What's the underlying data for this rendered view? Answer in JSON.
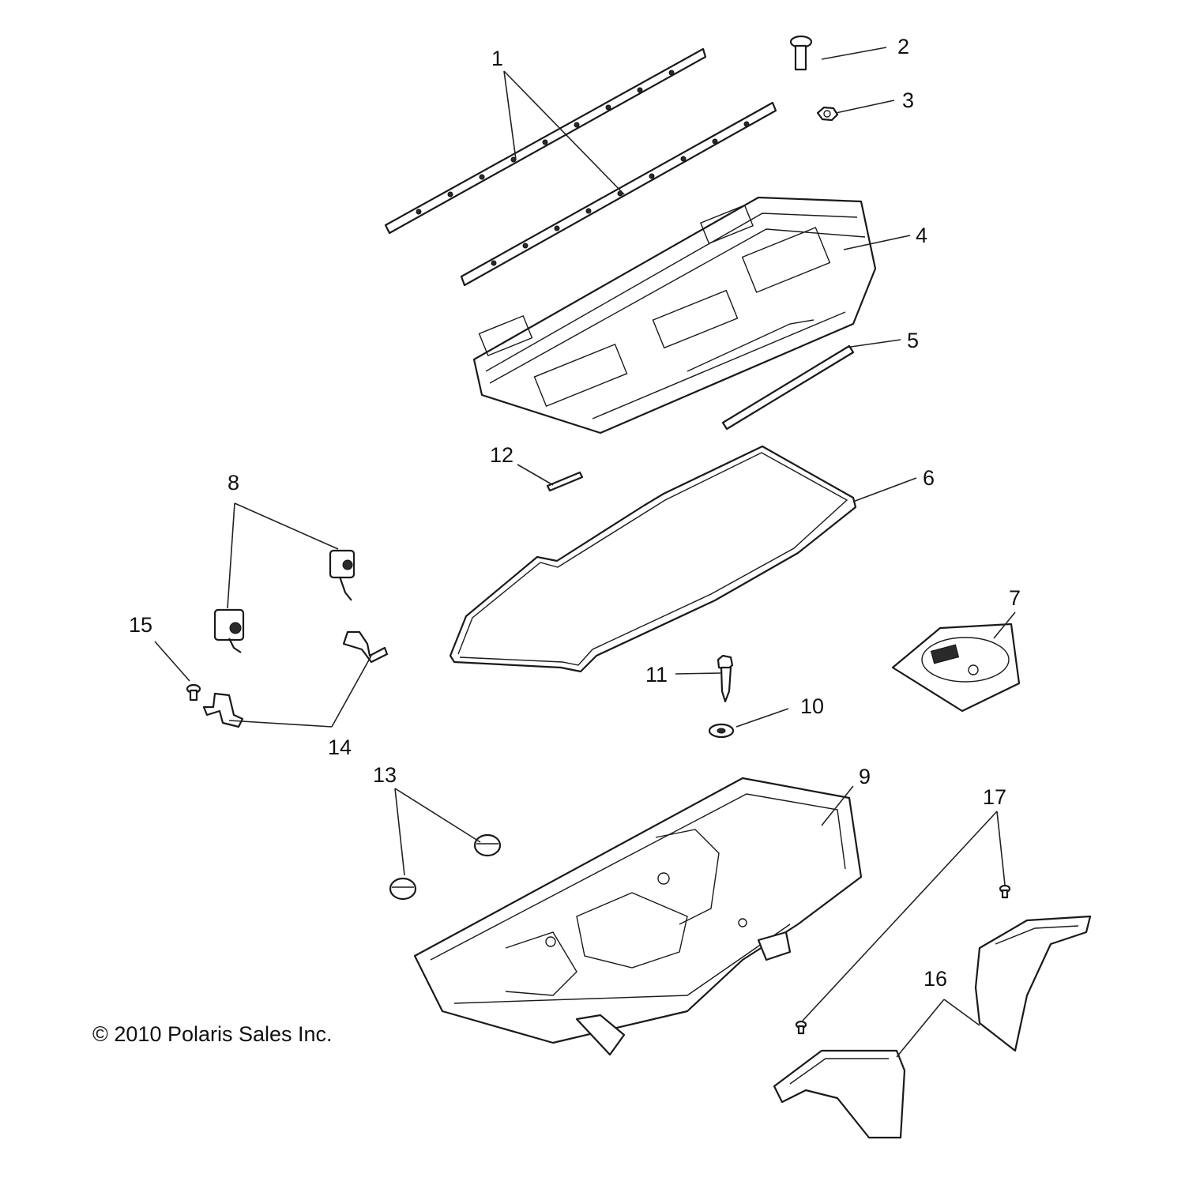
{
  "diagram": {
    "callouts": [
      {
        "id": "1",
        "label": "1"
      },
      {
        "id": "2",
        "label": "2"
      },
      {
        "id": "3",
        "label": "3"
      },
      {
        "id": "4",
        "label": "4"
      },
      {
        "id": "5",
        "label": "5"
      },
      {
        "id": "6",
        "label": "6"
      },
      {
        "id": "7",
        "label": "7"
      },
      {
        "id": "8",
        "label": "8"
      },
      {
        "id": "9",
        "label": "9"
      },
      {
        "id": "10",
        "label": "10"
      },
      {
        "id": "11",
        "label": "11"
      },
      {
        "id": "12",
        "label": "12"
      },
      {
        "id": "13",
        "label": "13"
      },
      {
        "id": "14",
        "label": "14"
      },
      {
        "id": "15",
        "label": "15"
      },
      {
        "id": "16",
        "label": "16"
      },
      {
        "id": "17",
        "label": "17"
      }
    ],
    "copyright": "© 2010 Polaris Sales Inc."
  }
}
